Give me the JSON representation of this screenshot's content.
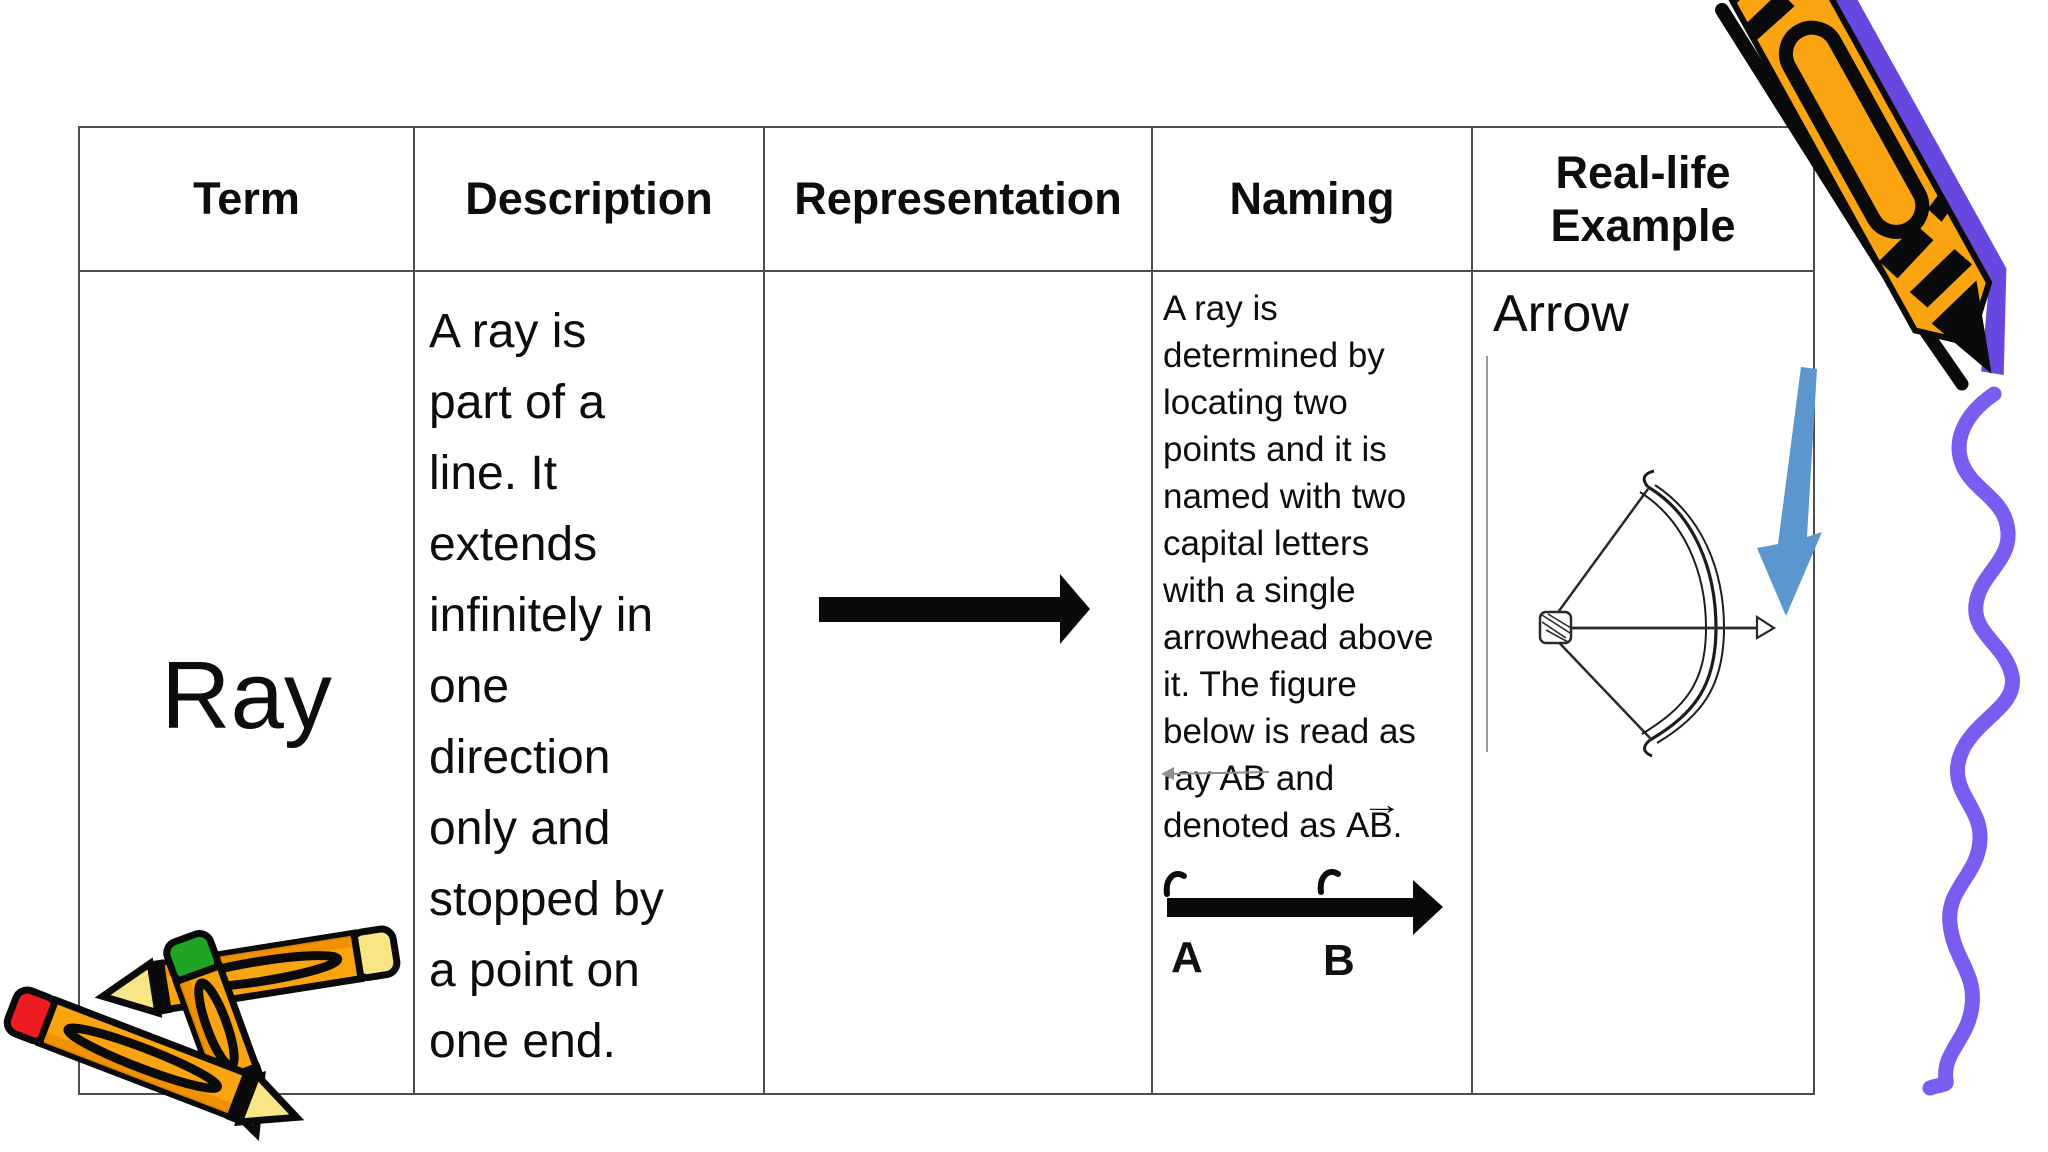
{
  "colors": {
    "text": "#0d0d0d",
    "table_border": "#4d4d4d",
    "arrow_black": "#0a0a0a",
    "pencil_orange": "#FBA411",
    "pencil_orange_shadow": "#EE8F00",
    "purple": "#7B5CF0",
    "purple_dark": "#6847E0",
    "blue_arrow": "#5B96CE",
    "cap_green": "#1FA424",
    "tip_red": "#EE1B22",
    "pale_yellow": "#F7E586",
    "faint_line": "#9a9a9a",
    "strike_gray": "#8f8f8f"
  },
  "table": {
    "headers": [
      {
        "label": "Term"
      },
      {
        "label": "Description"
      },
      {
        "label": "Representation"
      },
      {
        "label": "Naming"
      },
      {
        "label": "Real-life Example"
      }
    ],
    "row": {
      "term": "Ray",
      "description_lines": [
        "A ray is",
        "part of a",
        "line. It",
        "extends",
        "infinitely in",
        "one",
        "direction",
        "only and",
        "stopped by",
        "a point on",
        "one end."
      ],
      "naming_lines": [
        "A ray is",
        "determined by",
        "locating two",
        "points and it is",
        "named with two",
        "capital letters",
        "with a single",
        "arrowhead above",
        "it. The figure",
        "below is read as",
        "ray AB and"
      ],
      "naming_last_prefix": "denoted as ",
      "naming_vector_label": "AB",
      "naming_last_suffix": ".",
      "figure_point_a": "A",
      "figure_point_b": "B",
      "example_title": "Arrow"
    }
  },
  "icons": {
    "vector_arrow": "→"
  }
}
